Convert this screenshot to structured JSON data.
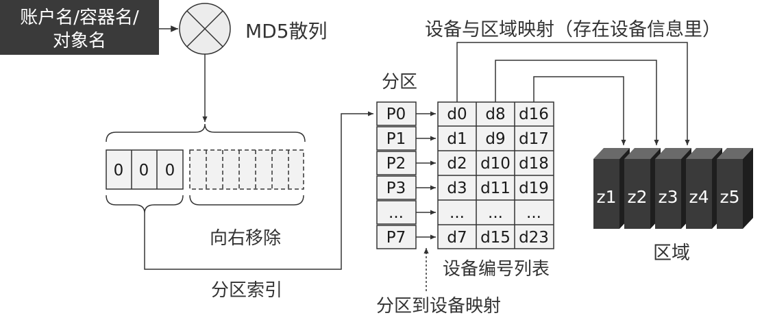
{
  "key_box": {
    "line1": "账户名/容器名/",
    "line2": "对象名"
  },
  "hash_label": "MD5散列",
  "bits": [
    "0",
    "0",
    "0"
  ],
  "shift_label": "向右移除",
  "partition_index_label": "分区索引",
  "partitions_title": "分区",
  "partitions": [
    "P0",
    "P1",
    "P2",
    "P3",
    "...",
    "P7"
  ],
  "device_table": [
    [
      "d0",
      "d8",
      "d16"
    ],
    [
      "d1",
      "d9",
      "d17"
    ],
    [
      "d2",
      "d10",
      "d18"
    ],
    [
      "d3",
      "d11",
      "d19"
    ],
    [
      "...",
      "...",
      "..."
    ],
    [
      "d7",
      "d15",
      "d23"
    ]
  ],
  "device_list_label": "设备编号列表",
  "partition_to_device_label": "分区到设备映射",
  "device_zone_label": "设备与区域映射（存在设备信息里）",
  "zones": [
    "z1",
    "z2",
    "z3",
    "z4",
    "z5"
  ],
  "zone_label": "区域",
  "colors": {
    "dark": "#3a3a3a",
    "cell_fill": "#f2f2f2",
    "line": "#333333"
  }
}
